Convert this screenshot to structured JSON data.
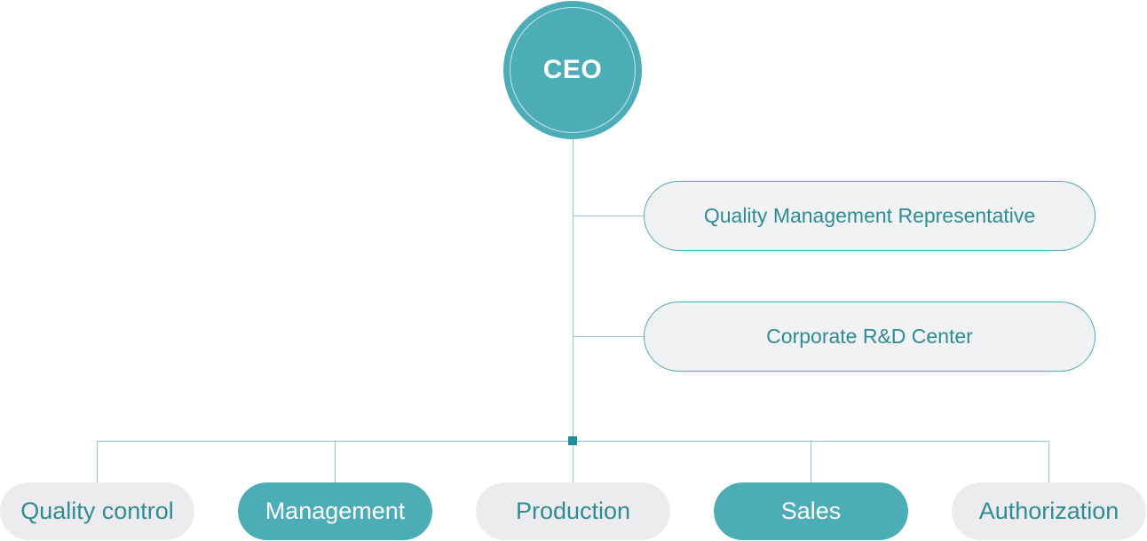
{
  "ceo": {
    "label": "CEO"
  },
  "side_units": [
    {
      "label": "Quality Management Representative"
    },
    {
      "label": "Corporate R&D Center"
    }
  ],
  "departments": [
    {
      "label": "Quality control",
      "style": "light"
    },
    {
      "label": "Management",
      "style": "dark"
    },
    {
      "label": "Production",
      "style": "light"
    },
    {
      "label": "Sales",
      "style": "dark"
    },
    {
      "label": "Authorization",
      "style": "light"
    }
  ],
  "colors": {
    "primary": "#4dadb7",
    "text_teal": "#2f8b95",
    "line": "#8fc7cc",
    "light_fill": "#ececee"
  }
}
